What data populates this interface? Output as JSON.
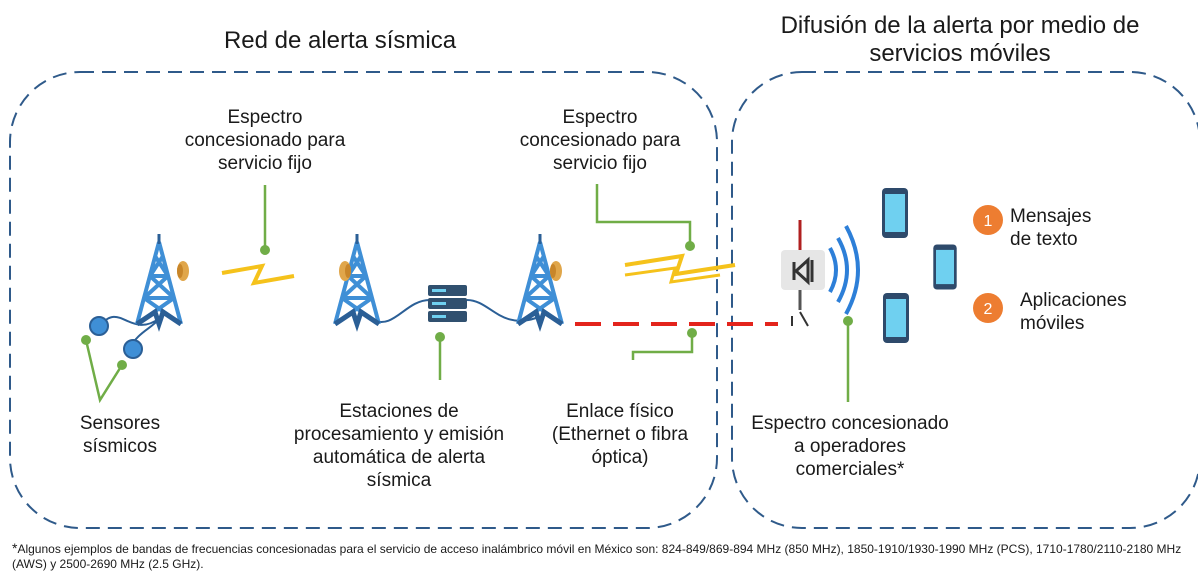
{
  "sections": {
    "left_title": "Red de alerta sísmica",
    "right_title_line1": "Difusión de la alerta por medio de",
    "right_title_line2": "servicios móviles"
  },
  "labels": {
    "spectrum1": [
      "Espectro",
      "concesionado para",
      "servicio fijo"
    ],
    "spectrum2": [
      "Espectro",
      "concesionado para",
      "servicio fijo"
    ],
    "sensors": [
      "Sensores",
      "sísmicos"
    ],
    "stations": [
      "Estaciones de",
      "procesamiento y emisión",
      "automática de alerta",
      "sísmica"
    ],
    "link": [
      "Enlace físico",
      "(Ethernet o fibra",
      "óptica)"
    ],
    "commercial": [
      "Espectro concesionado",
      "a operadores",
      "comerciales*"
    ]
  },
  "outputs": [
    {
      "number": "1",
      "label": [
        "Mensajes",
        "de texto"
      ]
    },
    {
      "number": "2",
      "label": [
        "Aplicaciones",
        "móviles"
      ]
    }
  ],
  "footnote": {
    "marker": "*",
    "text": "Algunos ejemplos de bandas de frecuencias concesionadas para el servicio de acceso inalámbrico móvil en México son: 824-849/869-894 MHz (850 MHz), 1850-1910/1930-1990 MHz (PCS), 1710-1780/2110-2180 MHz (AWS) y 2500-2690 MHz (2.5 GHz)."
  },
  "colors": {
    "tower": "#3f8fd6",
    "tower_dark": "#2b5f96",
    "dish": "#e0a64a",
    "zigzag": "#f5c21b",
    "callout": "#70ad47",
    "dashed_link": "#e3241c",
    "border": "#2f5a8a",
    "badge": "#ed7d31",
    "server": "#30506f"
  },
  "icons": [
    "tower-icon",
    "dish-icon",
    "sensor-icon",
    "server-icon",
    "signal-waves-icon",
    "smartphone-icon",
    "number-badge-icon"
  ]
}
